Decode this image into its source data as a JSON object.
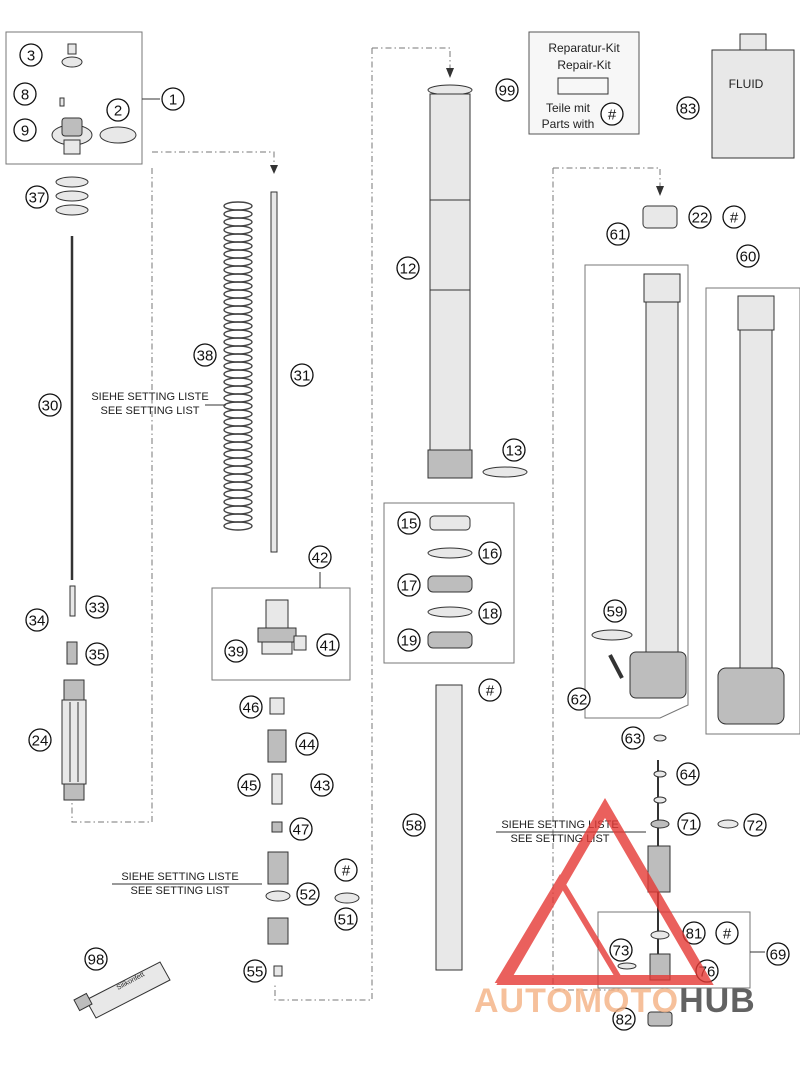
{
  "callouts": [
    {
      "id": "c1",
      "label": "1"
    },
    {
      "id": "c2",
      "label": "2"
    },
    {
      "id": "c3",
      "label": "3"
    },
    {
      "id": "c8",
      "label": "8"
    },
    {
      "id": "c9",
      "label": "9"
    },
    {
      "id": "c37",
      "label": "37"
    },
    {
      "id": "c30",
      "label": "30"
    },
    {
      "id": "c34",
      "label": "34"
    },
    {
      "id": "c33",
      "label": "33"
    },
    {
      "id": "c35",
      "label": "35"
    },
    {
      "id": "c24",
      "label": "24"
    },
    {
      "id": "c38",
      "label": "38"
    },
    {
      "id": "c31",
      "label": "31"
    },
    {
      "id": "c42",
      "label": "42"
    },
    {
      "id": "c39",
      "label": "39"
    },
    {
      "id": "c41",
      "label": "41"
    },
    {
      "id": "c46",
      "label": "46"
    },
    {
      "id": "c44",
      "label": "44"
    },
    {
      "id": "c45",
      "label": "45"
    },
    {
      "id": "c43",
      "label": "43"
    },
    {
      "id": "c47",
      "label": "47"
    },
    {
      "id": "c52",
      "label": "52"
    },
    {
      "id": "c51",
      "label": "51"
    },
    {
      "id": "c55",
      "label": "55"
    },
    {
      "id": "c98",
      "label": "98"
    },
    {
      "id": "c99",
      "label": "99"
    },
    {
      "id": "c12",
      "label": "12"
    },
    {
      "id": "c13",
      "label": "13"
    },
    {
      "id": "c15",
      "label": "15"
    },
    {
      "id": "c16",
      "label": "16"
    },
    {
      "id": "c17",
      "label": "17"
    },
    {
      "id": "c18",
      "label": "18"
    },
    {
      "id": "c19",
      "label": "19"
    },
    {
      "id": "c58",
      "label": "58"
    },
    {
      "id": "c83",
      "label": "83"
    },
    {
      "id": "c22",
      "label": "22"
    },
    {
      "id": "c61",
      "label": "61"
    },
    {
      "id": "c60",
      "label": "60"
    },
    {
      "id": "c59",
      "label": "59"
    },
    {
      "id": "c62",
      "label": "62"
    },
    {
      "id": "c63",
      "label": "63"
    },
    {
      "id": "c64",
      "label": "64"
    },
    {
      "id": "c71",
      "label": "71"
    },
    {
      "id": "c72",
      "label": "72"
    },
    {
      "id": "c73",
      "label": "73"
    },
    {
      "id": "c81",
      "label": "81"
    },
    {
      "id": "c69",
      "label": "69"
    },
    {
      "id": "c76",
      "label": "76"
    },
    {
      "id": "c82",
      "label": "82"
    }
  ],
  "hash_marks": [
    {
      "id": "h22",
      "label": "#"
    },
    {
      "id": "h52",
      "label": "#"
    },
    {
      "id": "h58",
      "label": "#"
    },
    {
      "id": "h81",
      "label": "#"
    },
    {
      "id": "hkit",
      "label": "#"
    }
  ],
  "setting_notes": [
    {
      "id": "s1",
      "line1": "SIEHE SETTING LISTE",
      "line2": "SEE SETTING LIST"
    },
    {
      "id": "s2",
      "line1": "SIEHE SETTING LISTE",
      "line2": "SEE SETTING LIST"
    },
    {
      "id": "s3",
      "line1": "SIEHE SETTING LISTE",
      "line2": "SEE SETTING LIST"
    }
  ],
  "repair_kit": {
    "line1": "Reparatur-Kit",
    "line2": "Repair-Kit",
    "line3": "Teile mit",
    "line4": "Parts with"
  },
  "fluid_label": "FLUID",
  "grease_tube_label": "Silikonfett",
  "watermark": {
    "part1": "AUTOMOTO",
    "part2": "HUB",
    "color1": "#f4b183",
    "color2": "#3b3b3b",
    "logo_color": "#e53935"
  }
}
